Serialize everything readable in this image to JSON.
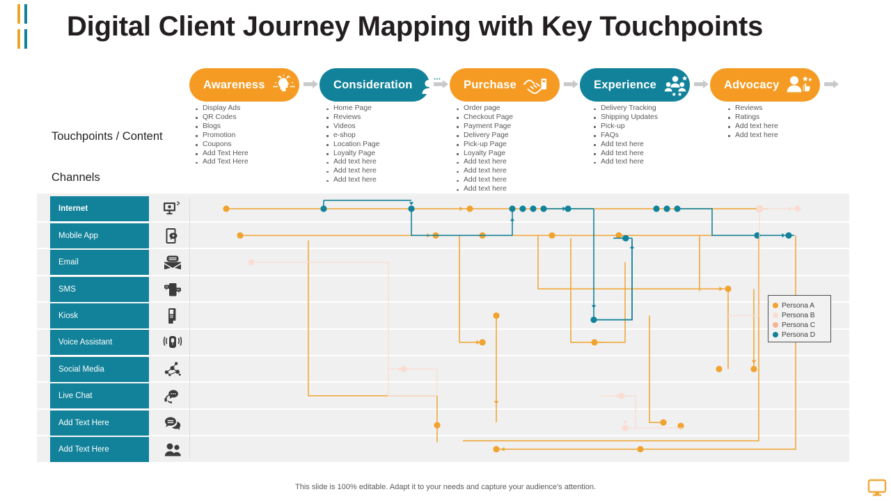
{
  "title": "Digital Client Journey Mapping with Key Touchpoints",
  "accent_colors": {
    "gold": "#e8a830",
    "teal": "#11829a",
    "orange": "#f59b23"
  },
  "left_captions": {
    "touchpoints": "Touchpoints / Content",
    "channels": "Channels"
  },
  "stages": [
    {
      "label": "Awareness",
      "color": "#f59b23",
      "icon": "head-ideas-icon",
      "items": [
        "Display Ads",
        "QR Codes",
        "Blogs",
        "Promotion",
        "Coupons",
        "Add Text Here",
        "Add Text Here"
      ]
    },
    {
      "label": "Consideration",
      "color": "#11829a",
      "icon": "person-chat-icon",
      "items": [
        "Home Page",
        "Reviews",
        "Videos",
        "e-shop",
        "Location Page",
        "Loyalty Page",
        "Add text here",
        "Add text here",
        "Add text here"
      ]
    },
    {
      "label": "Purchase",
      "color": "#f59b23",
      "icon": "handshake-card-icon",
      "items": [
        "Order page",
        "Checkout Page",
        "Payment Page",
        "Delivery Page",
        "Pick-up Page",
        "Loyalty Page",
        "Add text here",
        "Add text here",
        "Add text here",
        "Add text here"
      ]
    },
    {
      "label": "Experience",
      "color": "#11829a",
      "icon": "people-stars-icon",
      "items": [
        "Delivery Tracking",
        "Shipping Updates",
        "Pick-up",
        "FAQs",
        "Add text here",
        "Add text here",
        "Add text here"
      ]
    },
    {
      "label": "Advocacy",
      "color": "#f59b23",
      "icon": "person-rating-icon",
      "items": [
        "Reviews",
        "Ratings",
        "Add text here",
        "Add text here"
      ]
    }
  ],
  "channels": [
    {
      "label": "Internet",
      "icon": "monitor-signal-icon",
      "bold": true
    },
    {
      "label": "Mobile App",
      "icon": "phone-app-icon",
      "bold": false
    },
    {
      "label": "Email",
      "icon": "envelope-icon",
      "bold": false
    },
    {
      "label": "SMS",
      "icon": "phone-sms-icon",
      "bold": false
    },
    {
      "label": "Kiosk",
      "icon": "kiosk-icon",
      "bold": false
    },
    {
      "label": "Voice Assistant",
      "icon": "voice-speaker-icon",
      "bold": false
    },
    {
      "label": "Social Media",
      "icon": "network-nodes-icon",
      "bold": false
    },
    {
      "label": "Live Chat",
      "icon": "headset-chat-icon",
      "bold": false
    },
    {
      "label": "Add Text Here",
      "icon": "chat-bubbles-icon",
      "bold": false
    },
    {
      "label": "Add Text Here",
      "icon": "people-group-icon",
      "bold": false
    }
  ],
  "legend": {
    "items": [
      {
        "label": "Persona A",
        "color": "#f0a32e"
      },
      {
        "label": "Persona B",
        "color": "#fadcd2"
      },
      {
        "label": "Persona C",
        "color": "#f6b294"
      },
      {
        "label": "Persona D",
        "color": "#11829a"
      }
    ]
  },
  "footer": {
    "note": "This slide is 100% editable. Adapt it to your needs and capture your audience's attention.",
    "icon": "monitor-icon"
  }
}
